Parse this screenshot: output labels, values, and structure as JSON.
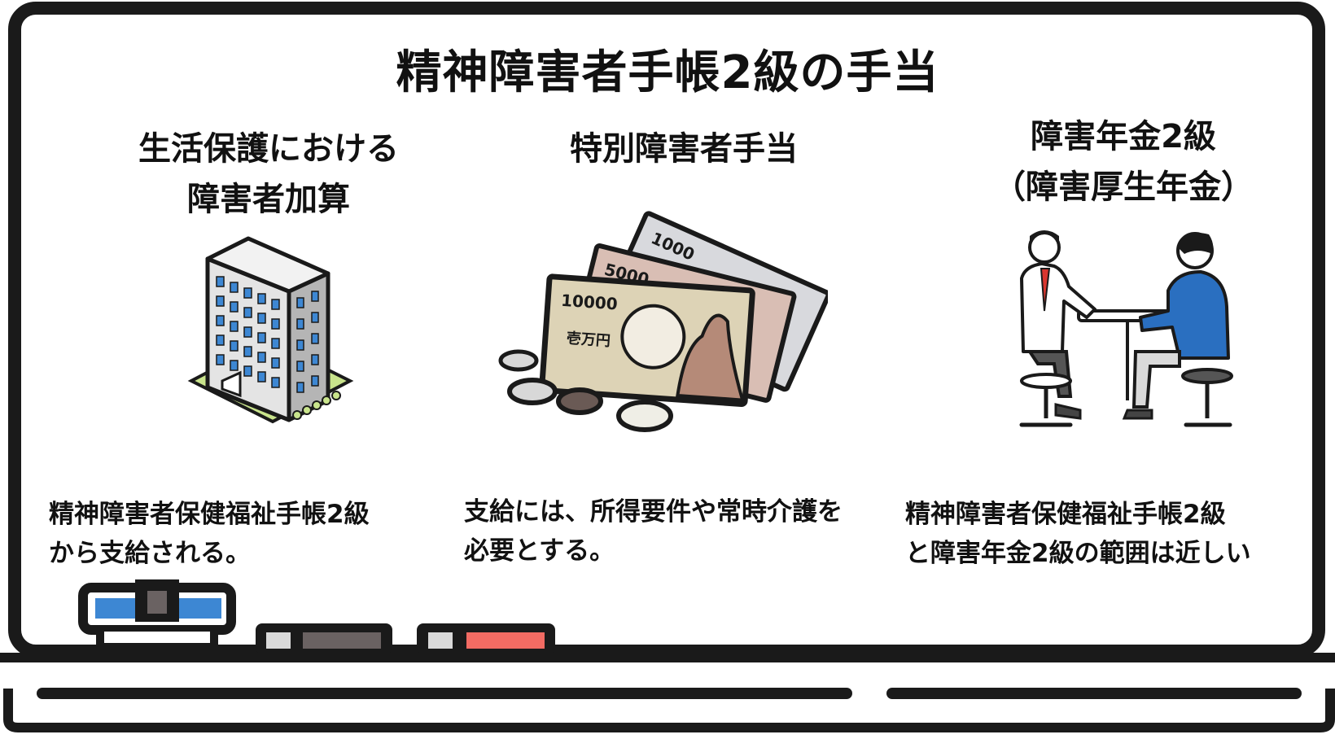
{
  "title": "精神障害者手帳2級の手当",
  "columns": [
    {
      "heading_lines": [
        "生活保護における",
        "障害者加算"
      ],
      "description_lines": [
        "精神障害者保健福祉手帳2級",
        "から支給される。"
      ],
      "icon": "apartment-building-icon"
    },
    {
      "heading_lines": [
        "特別障害者手当"
      ],
      "description_lines": [
        "支給には、所得要件や常時介護を",
        "必要とする。"
      ],
      "icon": "yen-banknotes-coins-icon",
      "note_labels": [
        "1000",
        "5000",
        "10000",
        "壱万円"
      ]
    },
    {
      "heading_lines": [
        "障害年金2級",
        "（障害厚生年金）"
      ],
      "description_lines": [
        "精神障害者保健福祉手帳2級",
        "と障害年金2級の範囲は近しい"
      ],
      "icon": "doctor-patient-consultation-icon"
    }
  ],
  "colors": {
    "outline": "#1a1a1a",
    "accent_blue": "#3d87d3",
    "accent_red": "#f26b63",
    "accent_gray": "#6a6262",
    "shirt_blue": "#2a6fc0",
    "grass_green": "#c9e48c"
  }
}
